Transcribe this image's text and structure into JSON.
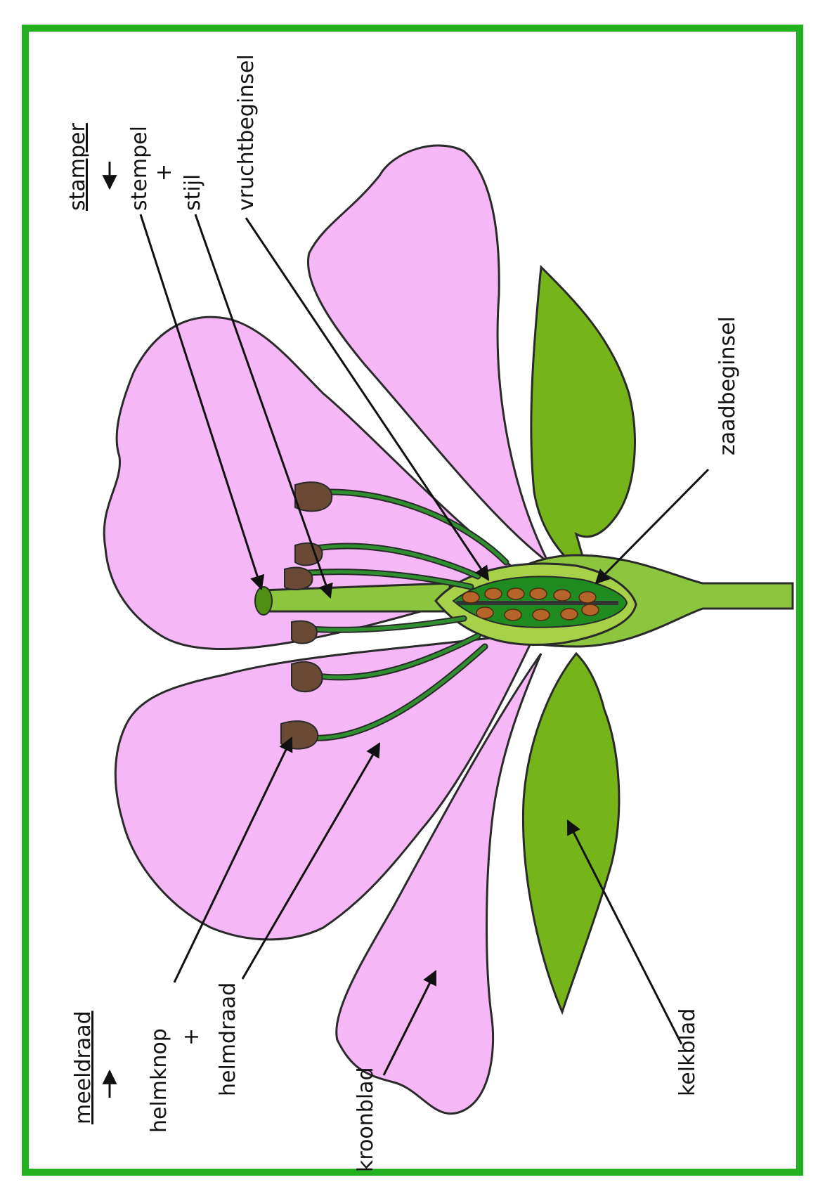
{
  "colors": {
    "frame": "#22b01e",
    "petal": "#f6b7f6",
    "petal_shade": "#d79bd9",
    "sepal": "#76b51a",
    "sepal_dark": "#5f9a14",
    "ovary_outer": "#8cc63f",
    "ovary_inner": "#1f8a1f",
    "filament": "#2f8f2f",
    "anther": "#6b4a35",
    "ovule": "#b5652a",
    "outline": "#2a2a2a"
  },
  "labels": {
    "stamper": "stamper",
    "stempel": "stempel",
    "plus_stamper": "+",
    "stijl": "stijl",
    "vruchtbeginsel": "vruchtbeginsel",
    "zaadbeginsel": "zaadbeginsel",
    "meeldraad": "meeldraad",
    "helmknop": "helmknop",
    "plus_meeldraad": "+",
    "helmdraad": "helmdraad",
    "kroonblad": "kroonblad",
    "kelkblad": "kelkblad"
  }
}
